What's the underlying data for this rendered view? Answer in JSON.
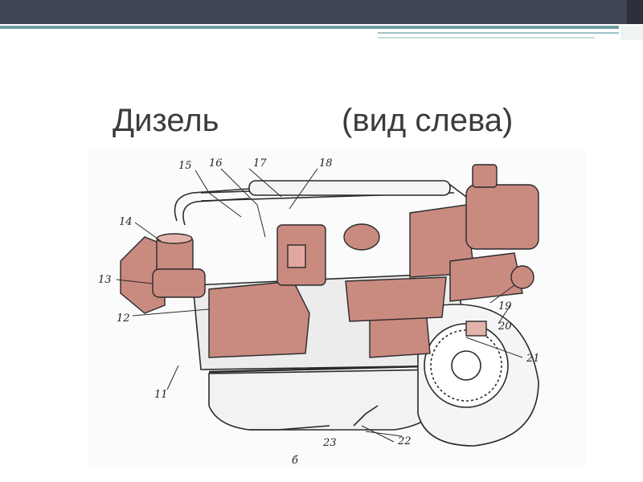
{
  "slide": {
    "title": "Дизель",
    "subtitle": "(вид слева)"
  },
  "diagram": {
    "labels": [
      {
        "id": "15",
        "text": "15"
      },
      {
        "id": "16",
        "text": "16"
      },
      {
        "id": "17",
        "text": "17"
      },
      {
        "id": "18",
        "text": "18"
      },
      {
        "id": "14",
        "text": "14"
      },
      {
        "id": "13",
        "text": "13"
      },
      {
        "id": "12",
        "text": "12"
      },
      {
        "id": "11",
        "text": "11"
      },
      {
        "id": "19",
        "text": "19"
      },
      {
        "id": "20",
        "text": "20"
      },
      {
        "id": "21",
        "text": "21"
      },
      {
        "id": "22",
        "text": "22"
      },
      {
        "id": "23",
        "text": "23"
      },
      {
        "id": "b",
        "text": "б"
      }
    ]
  },
  "colors": {
    "header_bar": "#3f4454",
    "accent": "#6d9ca1",
    "part_fill": "#c98a80",
    "outline": "#2a2a2a"
  }
}
